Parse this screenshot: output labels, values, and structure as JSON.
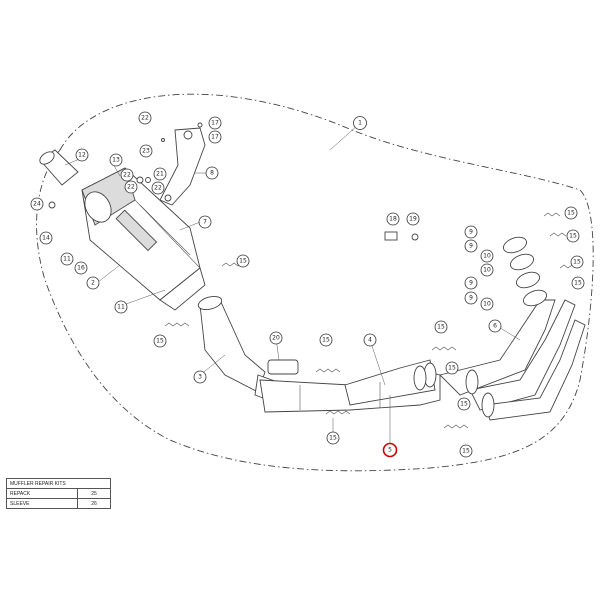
{
  "callouts": {
    "main": "1",
    "c2": "2",
    "c3": "3",
    "c4": "4",
    "c5": "5",
    "c6": "6",
    "c7": "7",
    "c8": "8",
    "c9": "9",
    "c10": "10",
    "c11": "11",
    "c12": "12",
    "c13": "13",
    "c14": "14",
    "c15": "15",
    "c16": "16",
    "c17": "17",
    "c18": "18",
    "c19": "19",
    "c20": "20",
    "c21": "21",
    "c22": "22",
    "c23": "23",
    "c24": "24"
  },
  "highlight_color": "#cc0000",
  "repair_kits": {
    "title": "MUFFLER REPAIR KITS",
    "rows": [
      {
        "label": "REPACK",
        "number": "25"
      },
      {
        "label": "SLEEVE",
        "number": "26"
      }
    ]
  }
}
